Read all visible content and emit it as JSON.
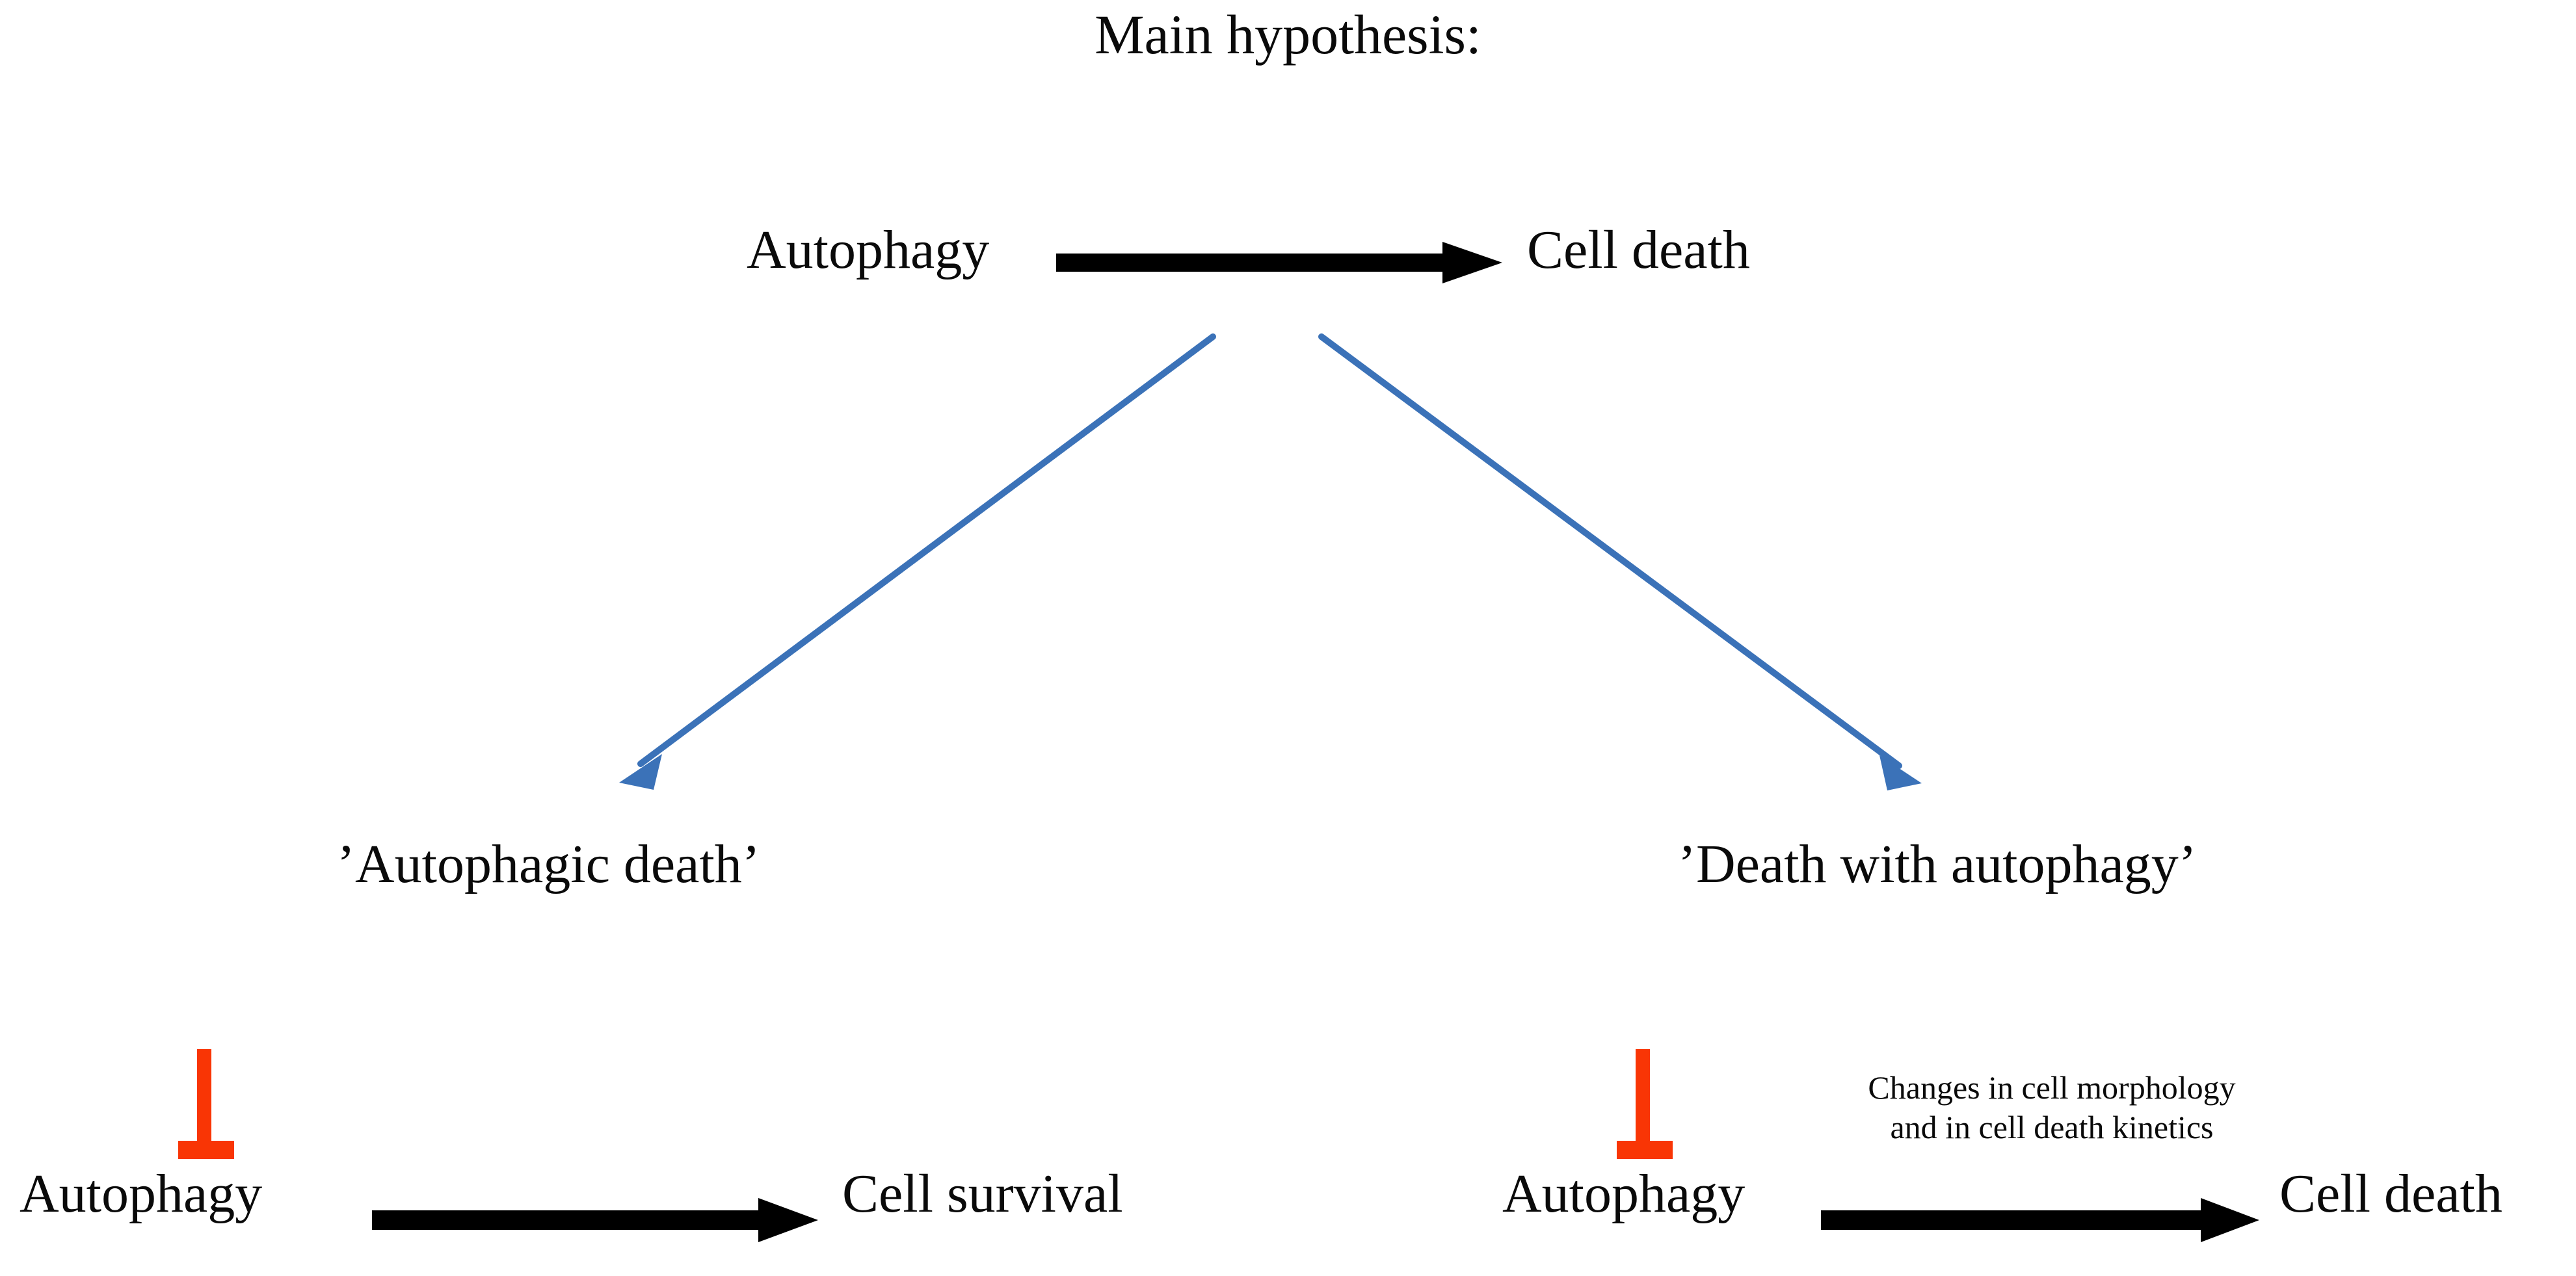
{
  "title": "Main hypothesis:",
  "colors": {
    "background": "#ffffff",
    "text": "#0a0a0a",
    "causal_arrow": "#000000",
    "branch_arrow": "#3B72B8",
    "inhibition_marker": "#F93505"
  },
  "chart_data": {
    "type": "diagram",
    "title": "Main hypothesis:",
    "nodes": [
      {
        "id": "top-autophagy",
        "label": "Autophagy",
        "row": "top"
      },
      {
        "id": "top-celldeath",
        "label": "Cell death",
        "row": "top"
      },
      {
        "id": "branch-left",
        "label": "’Autophagic death’",
        "row": "branch"
      },
      {
        "id": "branch-right",
        "label": "’Death with autophagy’",
        "row": "branch"
      },
      {
        "id": "bl-autophagy",
        "label": "Autophagy",
        "row": "bottom-left"
      },
      {
        "id": "bl-cellsurvival",
        "label": "Cell survival",
        "row": "bottom-left"
      },
      {
        "id": "br-autophagy",
        "label": "Autophagy",
        "row": "bottom-right"
      },
      {
        "id": "br-celldeath",
        "label": "Cell death",
        "row": "bottom-right"
      }
    ],
    "edges": [
      {
        "from": "top-autophagy",
        "to": "top-celldeath",
        "style": "thick-black-arrow",
        "relation": "causes"
      },
      {
        "from": "top-row",
        "to": "branch-left",
        "style": "thin-blue-arrow",
        "relation": "branches-to"
      },
      {
        "from": "top-row",
        "to": "branch-right",
        "style": "thin-blue-arrow",
        "relation": "branches-to"
      },
      {
        "from": "bl-autophagy",
        "to": "bl-cellsurvival",
        "style": "thick-black-arrow",
        "relation": "leads-to"
      },
      {
        "from": "br-autophagy",
        "to": "br-celldeath",
        "style": "thick-black-arrow",
        "relation": "leads-to"
      }
    ],
    "markers": [
      {
        "id": "bl-inhibition",
        "type": "inhibition-bar",
        "target": "bl-autophagy",
        "color": "#F93505"
      },
      {
        "id": "br-inhibition",
        "type": "inhibition-bar",
        "target": "br-autophagy",
        "color": "#F93505"
      }
    ],
    "annotations": [
      {
        "id": "br-annotation",
        "lines": [
          "Changes in cell morphology",
          "and in cell death kinetics"
        ]
      }
    ]
  },
  "top_row": {
    "source_label": "Autophagy",
    "target_label": "Cell death"
  },
  "branch_row": {
    "left_label": "’Autophagic death’",
    "right_label": "’Death with autophagy’"
  },
  "bottom_left": {
    "source_label": "Autophagy",
    "target_label": "Cell survival"
  },
  "bottom_right": {
    "source_label": "Autophagy",
    "target_label": "Cell death",
    "annotation_line_1": "Changes in cell morphology",
    "annotation_line_2": "and in cell death kinetics"
  }
}
